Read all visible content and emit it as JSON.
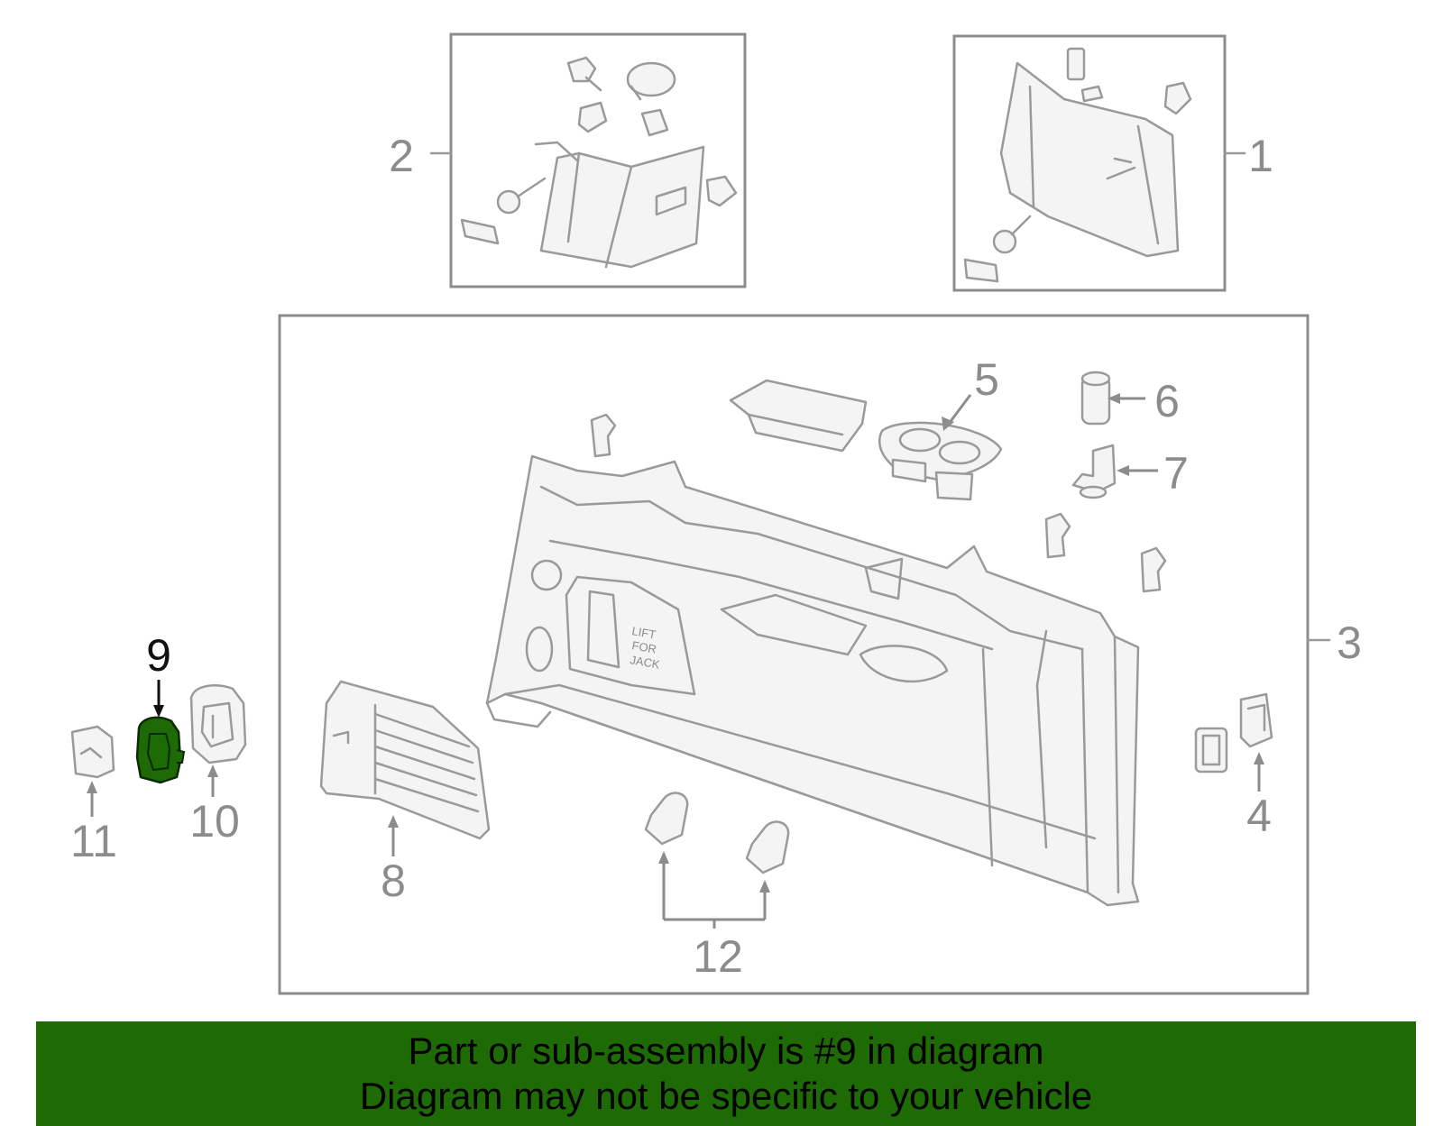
{
  "callouts": {
    "c1": "1",
    "c2": "2",
    "c3": "3",
    "c4": "4",
    "c5": "5",
    "c6": "6",
    "c7": "7",
    "c8": "8",
    "c9": "9",
    "c10": "10",
    "c11": "11",
    "c12": "12"
  },
  "panel_text": {
    "line1": "LIFT",
    "line2": "FOR",
    "line3": "JACK"
  },
  "highlighted_part": "9",
  "colors": {
    "highlight": "#1e6b06",
    "banner": "#1e6b06",
    "line": "#9a9a9a",
    "callout": "#8c8c8c"
  },
  "banner": {
    "line1": "Part or sub-assembly is #9 in diagram",
    "line2": "Diagram may not be specific to your vehicle"
  }
}
